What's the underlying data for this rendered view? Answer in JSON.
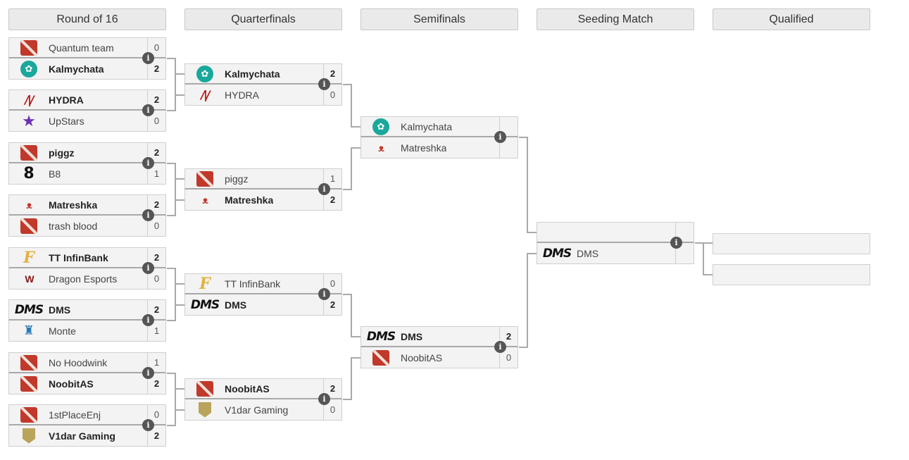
{
  "headers": {
    "r16": "Round of 16",
    "qf": "Quarterfinals",
    "sf": "Semifinals",
    "seed": "Seeding Match",
    "qual": "Qualified"
  },
  "icons": {
    "info": "i",
    "lotus": "✿",
    "hydra": "/|/",
    "upstars": "★",
    "b8": "8",
    "matreshka": "ᴥ",
    "tt": "F",
    "dragon": "W",
    "dms": "DMS",
    "monte": "♜"
  },
  "r16": [
    {
      "t1": "Quantum team",
      "s1": "0",
      "t2": "Kalmychata",
      "s2": "2"
    },
    {
      "t1": "HYDRA",
      "s1": "2",
      "t2": "UpStars",
      "s2": "0"
    },
    {
      "t1": "piggz",
      "s1": "2",
      "t2": "B8",
      "s2": "1"
    },
    {
      "t1": "Matreshka",
      "s1": "2",
      "t2": "trash blood",
      "s2": "0"
    },
    {
      "t1": "TT InfinBank",
      "s1": "2",
      "t2": "Dragon Esports",
      "s2": "0"
    },
    {
      "t1": "DMS",
      "s1": "2",
      "t2": "Monte",
      "s2": "1"
    },
    {
      "t1": "No Hoodwink",
      "s1": "1",
      "t2": "NoobitAS",
      "s2": "2"
    },
    {
      "t1": "1stPlaceEnj",
      "s1": "0",
      "t2": "V1dar Gaming",
      "s2": "2"
    }
  ],
  "qf": [
    {
      "t1": "Kalmychata",
      "s1": "2",
      "t2": "HYDRA",
      "s2": "0"
    },
    {
      "t1": "piggz",
      "s1": "1",
      "t2": "Matreshka",
      "s2": "2"
    },
    {
      "t1": "TT InfinBank",
      "s1": "0",
      "t2": "DMS",
      "s2": "2"
    },
    {
      "t1": "NoobitAS",
      "s1": "2",
      "t2": "V1dar Gaming",
      "s2": "0"
    }
  ],
  "sf": [
    {
      "t1": "Kalmychata",
      "t2": "Matreshka"
    },
    {
      "t1": "DMS",
      "s1": "2",
      "t2": "NoobitAS",
      "s2": "0"
    }
  ],
  "seed": {
    "t2": "DMS"
  }
}
